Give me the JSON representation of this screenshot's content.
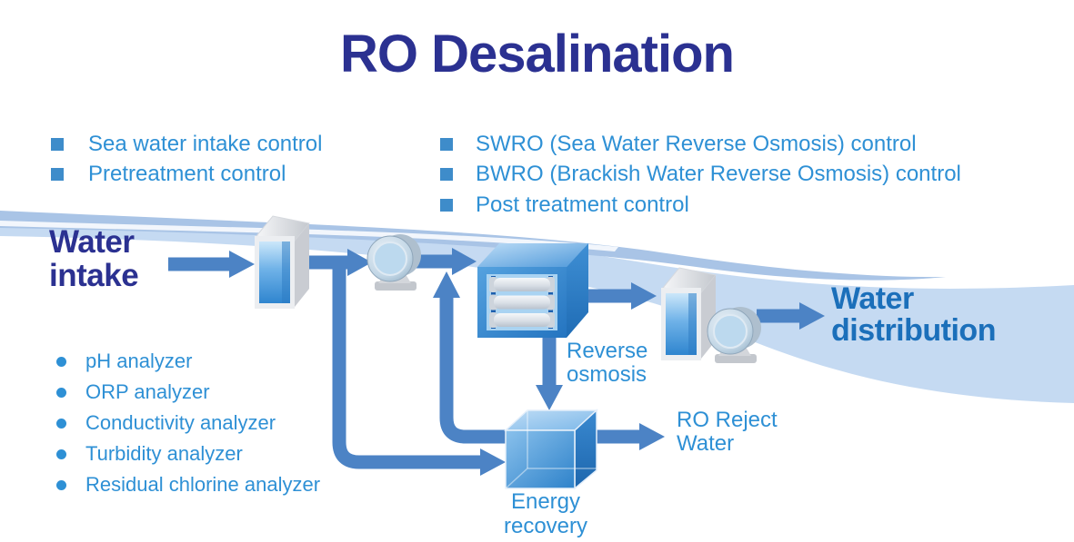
{
  "title": "RO Desalination",
  "colors": {
    "navy": "#2b3191",
    "dist-blue": "#1b6fba",
    "list-blue": "#2e90d5",
    "bullet-blue": "#3e8cca",
    "pipe-blue": "#4c83c5",
    "swoosh-light": "#c5daf2",
    "swoosh-dark": "#a9c4e6"
  },
  "control_lists": {
    "left": {
      "items": [
        "Sea water intake control",
        "Pretreatment  control"
      ]
    },
    "right": {
      "items": [
        "SWRO (Sea Water Reverse Osmosis) control",
        "BWRO (Brackish Water Reverse Osmosis) control",
        "Post treatment control"
      ]
    }
  },
  "analyzers": {
    "items": [
      "pH analyzer",
      "ORP analyzer",
      "Conductivity analyzer",
      "Turbidity analyzer",
      "Residual chlorine analyzer"
    ]
  },
  "flow_labels": {
    "water_intake": {
      "line1": "Water",
      "line2": "intake"
    },
    "water_distribution": {
      "line1": "Water",
      "line2": "distribution"
    },
    "reverse_osmosis": {
      "line1": "Reverse",
      "line2": "osmosis"
    },
    "ro_reject_water": {
      "line1": "RO Reject",
      "line2": "Water"
    },
    "energy_recovery": {
      "line1": "Energy",
      "line2": "recovery"
    }
  }
}
